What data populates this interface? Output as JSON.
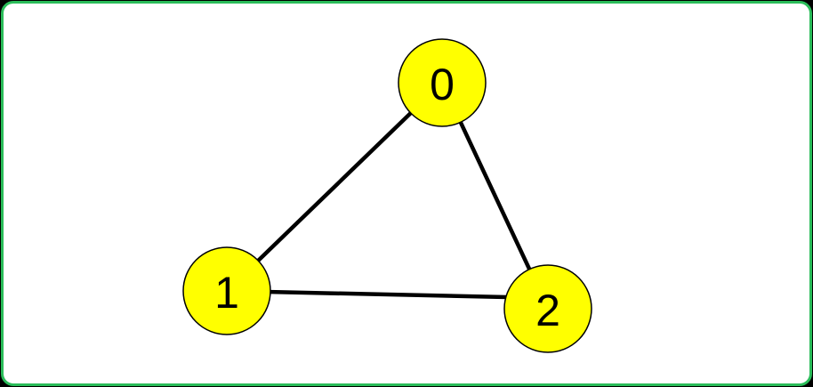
{
  "graph": {
    "node_fill": "#ffff00",
    "edge_color": "#000000",
    "border_color": "#2bbd5a",
    "nodes": [
      {
        "id": "0",
        "label": "0"
      },
      {
        "id": "1",
        "label": "1"
      },
      {
        "id": "2",
        "label": "2"
      }
    ],
    "edges": [
      {
        "from": "0",
        "to": "1"
      },
      {
        "from": "0",
        "to": "2"
      },
      {
        "from": "1",
        "to": "2"
      }
    ]
  }
}
